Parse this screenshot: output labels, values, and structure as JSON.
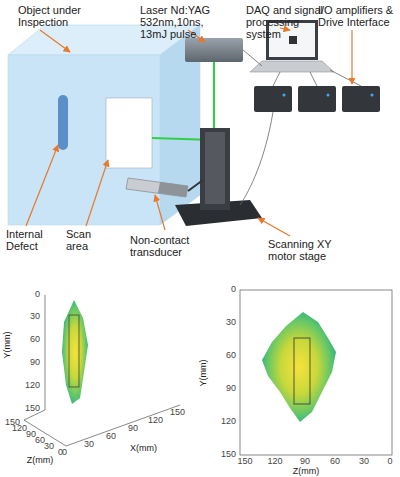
{
  "diagram": {
    "labels": [
      "Object under Inspection",
      "Laser Nd:YAG 532nm,10ns, 13mJ pulse",
      "DAQ and signal processing system",
      "I/O amplifiers & Drive Interface",
      "Internal Defect",
      "Scan area",
      "Non-contact transducer",
      "Scanning XY motor stage",
      "0",
      "30",
      "60",
      "90",
      "120",
      "150",
      "Y(mm)",
      "150",
      "120",
      "90",
      "60",
      "30",
      "0",
      "Z(mm)",
      "0",
      "30",
      "60",
      "90",
      "120",
      "150",
      "X(mm)",
      "0",
      "30",
      "60",
      "90",
      "120",
      "150",
      "Y(mm)",
      "150",
      "120",
      "90",
      "60",
      "30",
      "0",
      "Z(mm)"
    ]
  }
}
